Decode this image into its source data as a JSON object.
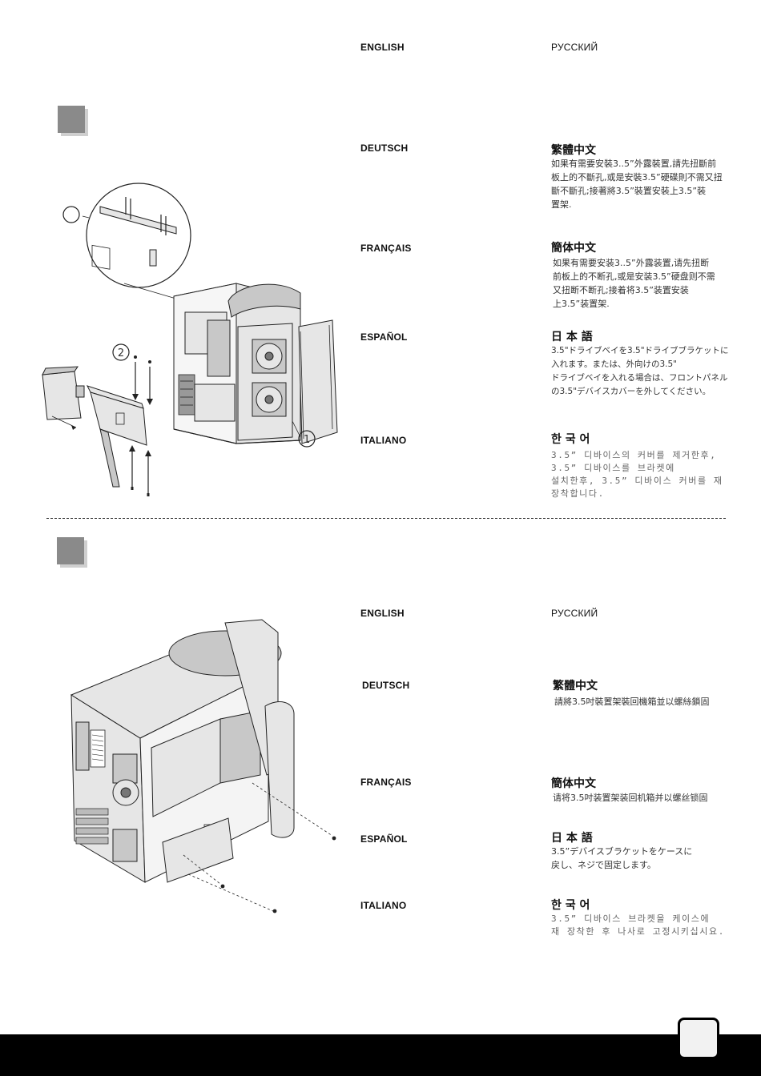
{
  "step1": {
    "langs": {
      "english": "ENGLISH",
      "russian": "РУССКИЙ",
      "deutsch": "DEUTSCH",
      "francais": "FRANÇAIS",
      "espanol": "ESPAÑOL",
      "italiano": "ITALIANO"
    },
    "trad_chinese": {
      "heading": "繁體中文",
      "body": "如果有需要安裝3..5”外露裝置,請先扭斷前\n板上的不斷孔,或是安裝3.5”硬碟則不需又扭\n斷不斷孔;接著將3.5”裝置安裝上3.5”裝\n置架."
    },
    "simp_chinese": {
      "heading": "簡体中文",
      "body": "如果有需要安装3..5”外露装置,请先扭断\n前板上的不断孔,或是安装3.5”硬盘则不需\n又扭断不断孔;接着将3.5”装置安装\n上3.5”装置架."
    },
    "japanese": {
      "heading": "日 本 語",
      "body": "3.5\"ドライブベイを3.5\"ドライブブラケットに\n入れます。または、外向けの3.5\"\nドライブベイを入れる場合は、フロントパネル\nの3.5\"デバイスカバーを外してください。"
    },
    "korean": {
      "heading": "한 국 어",
      "body": "3.5” 디바이스의 커버를 제거한후,\n3.5” 디바이스를 브라켓에\n설치한후, 3.5” 디바이스 커버를 재\n장착합니다."
    },
    "callouts": {
      "one": "1",
      "two": "2"
    }
  },
  "step2": {
    "langs": {
      "english": "ENGLISH",
      "russian": "РУССКИЙ",
      "deutsch": "DEUTSCH",
      "francais": "FRANÇAIS",
      "espanol": "ESPAÑOL",
      "italiano": "ITALIANO"
    },
    "trad_chinese": {
      "heading": "繁體中文",
      "body": "請將3.5吋裝置架裝回機箱並以螺絲鎖固"
    },
    "simp_chinese": {
      "heading": "簡体中文",
      "body": "请将3.5吋装置架装回机箱并以螺丝锁固"
    },
    "japanese": {
      "heading": "日 本 語",
      "body": "3.5”デバイスブラケットをケースに\n戻し、ネジで固定します。"
    },
    "korean": {
      "heading": "한 국 어",
      "body": "3.5” 디바이스 브라켓을 케이스에\n재 장착한 후 나사로 고정시키십시요."
    }
  },
  "colors": {
    "footer": "#000000",
    "badge": "#8a8a8a",
    "badge_shadow": "#cfcfcf"
  }
}
